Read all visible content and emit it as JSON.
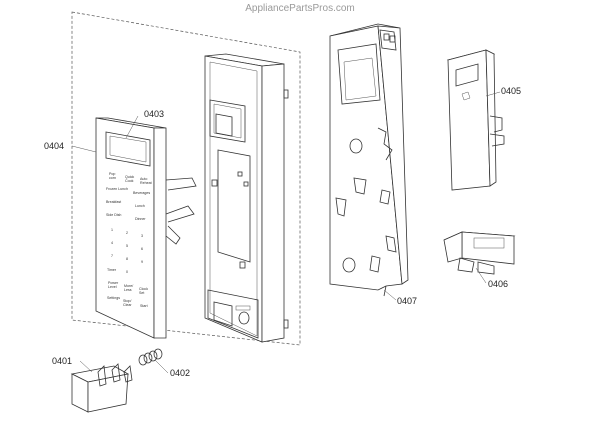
{
  "watermark": "AppliancePartsPros.com",
  "callouts": {
    "p0401": "0401",
    "p0402": "0402",
    "p0403": "0403",
    "p0404": "0404",
    "p0405": "0405",
    "p0406": "0406",
    "p0407": "0407"
  },
  "keypad": {
    "top_left": [
      "Pop",
      "corn"
    ],
    "top_mid": [
      "Quick",
      "Cook"
    ],
    "top_right": [
      "Auto",
      "Reheat"
    ],
    "row_a": [
      "Frozen Lunch",
      "Beverages"
    ],
    "row_b": [
      "Breakfast",
      "Lunch"
    ],
    "row_c": [
      "Side Dish",
      "Dinner"
    ],
    "digits": [
      "1",
      "2",
      "3",
      "4",
      "5",
      "6",
      "7",
      "8",
      "9",
      "0"
    ],
    "timer": "Timer",
    "bottom_row1": [
      "Power",
      "Level",
      "More/",
      "Less",
      "Clock",
      "Set"
    ],
    "bottom_row2": [
      "Settings",
      "Stop/",
      "Clear",
      "Start"
    ]
  }
}
